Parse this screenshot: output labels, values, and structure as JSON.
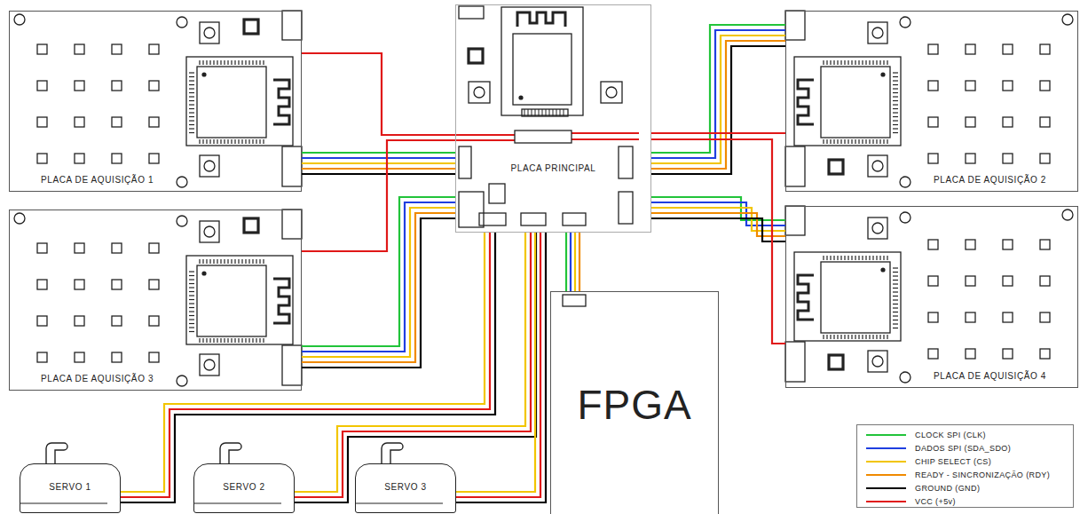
{
  "diagram": {
    "nodes": [
      {
        "text": [
          "PLACA DE AQUISIÇÃO 1"
        ]
      },
      {
        "text": [
          "PLACA PRINCIPAL"
        ]
      },
      {
        "text": [
          "PLACA DE AQUISIÇÃO 2"
        ]
      },
      {
        "text": [
          "PLACA DE AQUISIÇÃO 3"
        ]
      },
      {
        "text": [
          "PLACA DE AQUISIÇÃO 4"
        ]
      },
      {
        "text": [
          "FPGA"
        ]
      },
      {
        "text": [
          "SERVO 1"
        ]
      },
      {
        "text": [
          "SERVO 2"
        ]
      },
      {
        "text": [
          "SERVO 3"
        ]
      }
    ],
    "edges": [
      {
        "from": 0,
        "to": 1,
        "arrow": "none"
      },
      {
        "from": 1,
        "to": 2,
        "arrow": "none"
      },
      {
        "from": 1,
        "to": 3,
        "arrow": "none"
      },
      {
        "from": 1,
        "to": 4,
        "arrow": "none"
      },
      {
        "from": 1,
        "to": 5,
        "arrow": "none"
      },
      {
        "from": 1,
        "to": 6,
        "arrow": "none"
      },
      {
        "from": 1,
        "to": 7,
        "arrow": "none"
      },
      {
        "from": 1,
        "to": 8,
        "arrow": "none"
      },
      {
        "from": 1,
        "to": 0,
        "arrow": "none"
      },
      {
        "from": 1,
        "to": 2,
        "arrow": "none"
      },
      {
        "from": 1,
        "to": 3,
        "arrow": "none"
      },
      {
        "from": 1,
        "to": 4,
        "arrow": "none"
      }
    ],
    "legend": [
      {
        "text": "CLOCK SPI (CLK)",
        "color": "#22c43a"
      },
      {
        "text": "DADOS SPI (SDA_SDO)",
        "color": "#1f3fe0"
      },
      {
        "text": "CHIP SELECT (CS)",
        "color": "#f2c500"
      },
      {
        "text": "READY - SINCRONIZAÇÃO (RDY)",
        "color": "#f08a00"
      },
      {
        "text": "GROUND (GND)",
        "color": "#000000"
      },
      {
        "text": "VCC (+5v)",
        "color": "#e01818"
      }
    ]
  }
}
